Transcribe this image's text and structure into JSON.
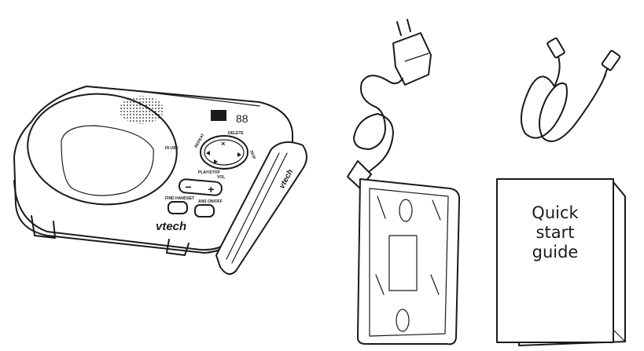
{
  "base": {
    "brand": "vtech",
    "display": "88",
    "labels": {
      "delete": "DELETE",
      "repeat": "REPEAT",
      "skip": "SKIP",
      "play_stop": "PLAY/STOP",
      "vol": "VOL",
      "find_handset": "FIND HANDSET",
      "ans_on_off": "ANS ON/OFF",
      "in_use": "IN USE",
      "minus": "−",
      "plus": "+",
      "x": "×"
    },
    "wedge_brand": "vtech"
  },
  "guide": {
    "line1": "Quick",
    "line2": "start",
    "line3": "guide"
  }
}
